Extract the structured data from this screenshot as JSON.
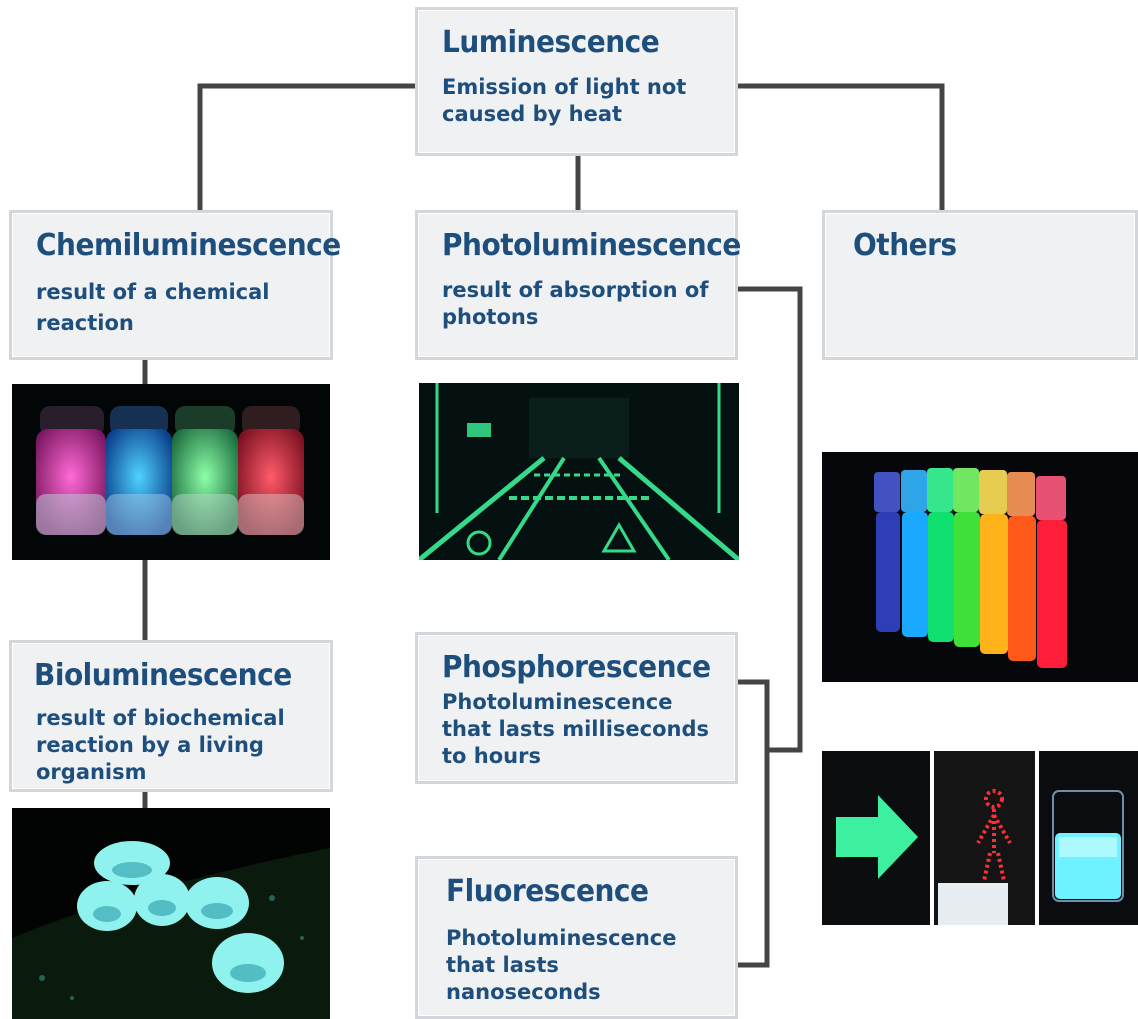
{
  "root": {
    "title": "Luminescence",
    "desc": "Emission of light not\ncaused by heat"
  },
  "chemi": {
    "title": "Chemiluminescence",
    "desc": "result of a chemical\nreaction"
  },
  "photo": {
    "title": "Photoluminescence",
    "desc": "result of absorption of\nphotons"
  },
  "others": {
    "title": "Others"
  },
  "bio": {
    "title": "Bioluminescence",
    "desc": "result of biochemical\nreaction by a living\norganism"
  },
  "phos": {
    "title": "Phosphorescence",
    "desc": "Photoluminescence\nthat lasts milliseconds\nto hours"
  },
  "fluor": {
    "title": "Fluorescence",
    "desc": "Photoluminescence\nthat lasts\nnanoseconds"
  },
  "colors": {
    "box_text": "#1e4f7c",
    "box_fill": "#f0f1f3",
    "box_border": "#d3d7dc",
    "connector": "#444444"
  }
}
